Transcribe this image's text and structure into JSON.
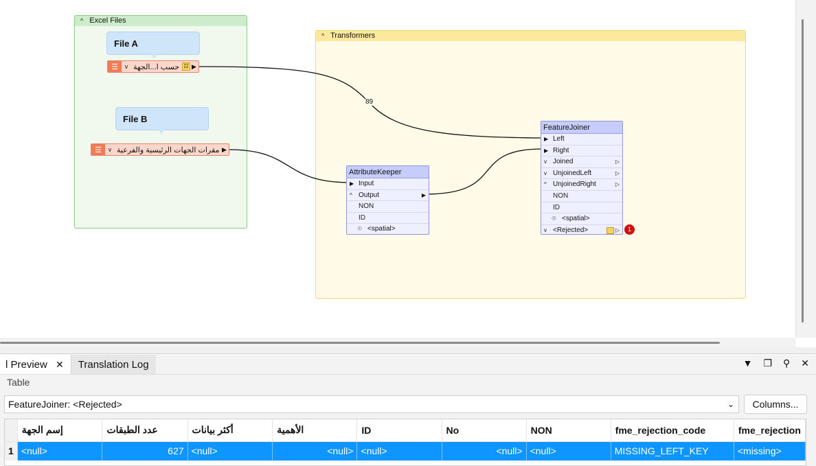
{
  "canvas": {
    "bookmarks": {
      "excel_files": "Excel Files",
      "transformers": "Transformers"
    },
    "callouts": {
      "file_a": "File A",
      "file_b": "File B"
    },
    "readers": {
      "reader_a": "حسب ا...الجهة",
      "reader_b": "مقرات الجهات الرئيسية والفرعية"
    },
    "feature_count": "89",
    "attribute_keeper": {
      "title": "AttributeKeeper",
      "ports": [
        "Input",
        "Output"
      ],
      "attributes": [
        "NON",
        "ID"
      ],
      "spatial": "<spatial>"
    },
    "feature_joiner": {
      "title": "FeatureJoiner",
      "input_ports": [
        "Left",
        "Right"
      ],
      "output_ports": [
        "Joined",
        "UnjoinedLeft",
        "UnjoinedRight"
      ],
      "attributes": [
        "NON",
        "ID"
      ],
      "spatial": "<spatial>",
      "rejected": "<Rejected>",
      "rejected_badge": "1"
    },
    "colors": {
      "excel_bookmark": "#cdeccc",
      "transformers_bookmark": "#fbe99d",
      "transformer": "#c6cdfa",
      "reader": "#fbd7cb",
      "selection": "#0f95ff"
    }
  },
  "panel": {
    "tabs": {
      "preview": "l Preview",
      "log": "Translation Log"
    },
    "icons": [
      "chevron-down-icon",
      "restore-icon",
      "pin-icon",
      "close-icon"
    ],
    "view_label": "Table",
    "source": "FeatureJoiner: <Rejected>",
    "columns_button": "Columns...",
    "table": {
      "headers": [
        "إسم الجهة",
        "عدد الطبقات",
        "أكثر بيانات",
        "الأهمية",
        "ID",
        "No",
        "NON",
        "fme_rejection_code",
        "fme_rejection"
      ],
      "rows": [
        {
          "num": "1",
          "cells": [
            "<null>",
            "627",
            "<null>",
            "<null>",
            "<null>",
            "<null>",
            "<null>",
            "MISSING_LEFT_KEY",
            "<missing>"
          ]
        }
      ]
    }
  }
}
